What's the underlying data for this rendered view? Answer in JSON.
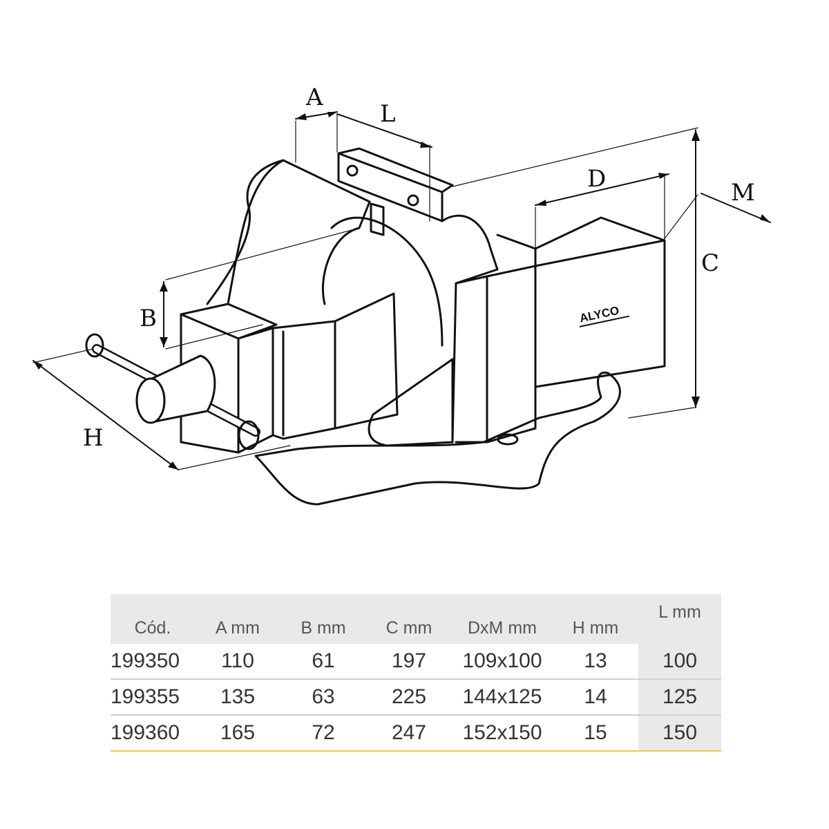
{
  "diagram": {
    "labels": {
      "A": "A",
      "L": "L",
      "D": "D",
      "M": "M",
      "C": "C",
      "B": "B",
      "H": "H"
    },
    "brand": "ALYCO"
  },
  "table": {
    "headers": [
      "Cód.",
      "A mm",
      "B mm",
      "C mm",
      "DxM mm",
      "H mm",
      "L mm"
    ],
    "rows": [
      [
        "199350",
        "110",
        "61",
        "197",
        "109x100",
        "13",
        "100"
      ],
      [
        "199355",
        "135",
        "63",
        "225",
        "144x125",
        "14",
        "125"
      ],
      [
        "199360",
        "165",
        "72",
        "247",
        "152x150",
        "15",
        "150"
      ]
    ],
    "colors": {
      "header_bg": "#e9e9e9",
      "accent_line": "#f2c24b"
    }
  }
}
